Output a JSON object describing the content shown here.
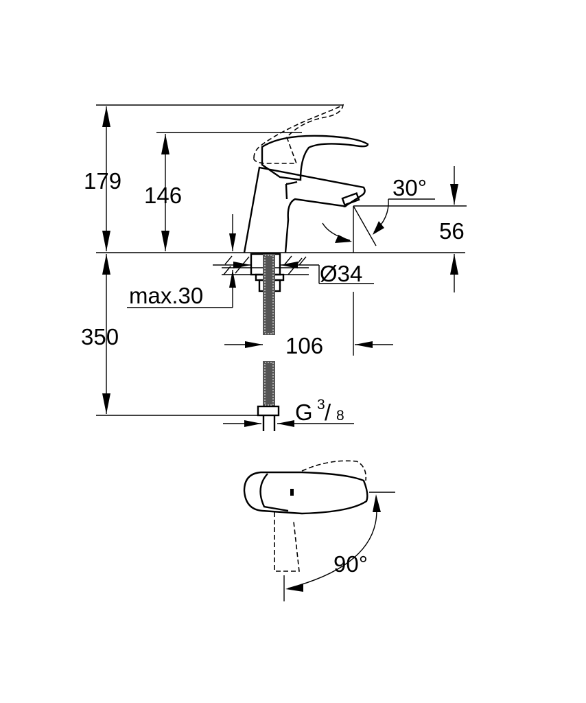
{
  "drawing": {
    "dimensions": {
      "total_height": "179",
      "lever_height": "146",
      "spout_height": "56",
      "spout_angle": "30°",
      "base_diameter": "Ø34",
      "max_deck_thickness": "max.30",
      "hose_length": "350",
      "spout_reach": "106",
      "connection_prefix": "G",
      "connection_num": "3",
      "connection_den": "8",
      "lever_rotation": "90°"
    }
  }
}
